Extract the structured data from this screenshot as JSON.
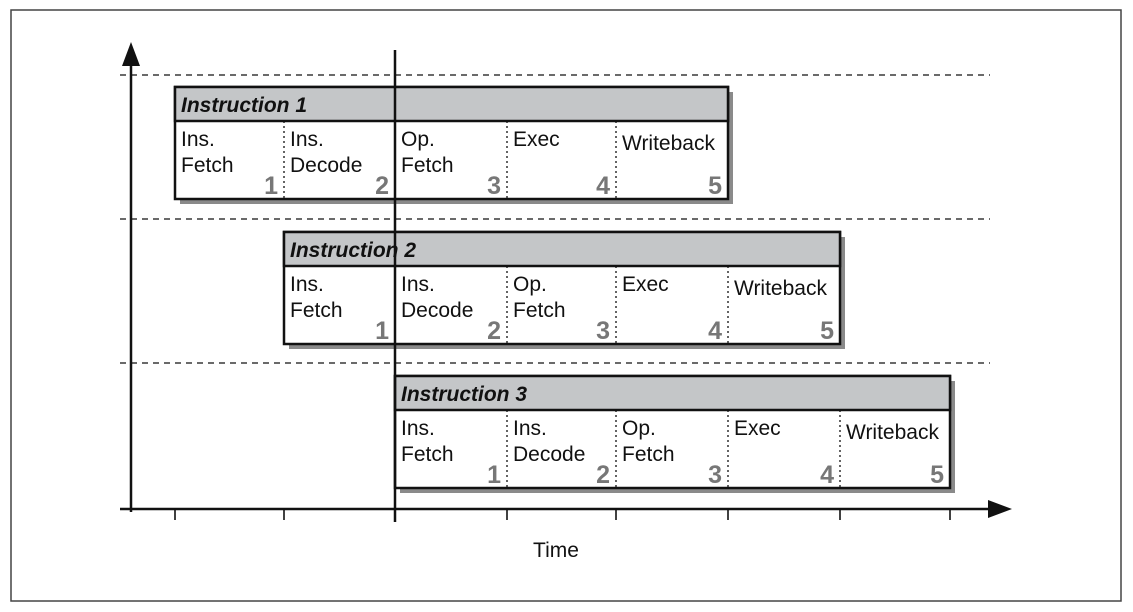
{
  "axis": {
    "xlabel": "Time"
  },
  "instructions": [
    {
      "title": "Instruction 1",
      "stages": [
        {
          "lines": [
            "Ins.",
            "Fetch"
          ],
          "num": "1"
        },
        {
          "lines": [
            "Ins.",
            "Decode"
          ],
          "num": "2"
        },
        {
          "lines": [
            "Op.",
            "Fetch"
          ],
          "num": "3"
        },
        {
          "lines": [
            "Exec"
          ],
          "num": "4"
        },
        {
          "lines": [
            "Writeback"
          ],
          "num": "5"
        }
      ]
    },
    {
      "title": "Instruction 2",
      "stages": [
        {
          "lines": [
            "Ins.",
            "Fetch"
          ],
          "num": "1"
        },
        {
          "lines": [
            "Ins.",
            "Decode"
          ],
          "num": "2"
        },
        {
          "lines": [
            "Op.",
            "Fetch"
          ],
          "num": "3"
        },
        {
          "lines": [
            "Exec"
          ],
          "num": "4"
        },
        {
          "lines": [
            "Writeback"
          ],
          "num": "5"
        }
      ]
    },
    {
      "title": "Instruction 3",
      "stages": [
        {
          "lines": [
            "Ins.",
            "Fetch"
          ],
          "num": "1"
        },
        {
          "lines": [
            "Ins.",
            "Decode"
          ],
          "num": "2"
        },
        {
          "lines": [
            "Op.",
            "Fetch"
          ],
          "num": "3"
        },
        {
          "lines": [
            "Exec"
          ],
          "num": "4"
        },
        {
          "lines": [
            "Writeback"
          ],
          "num": "5"
        }
      ]
    }
  ],
  "colors": {
    "header": "#c4c6c8",
    "shadow": "#8a8a8a",
    "number": "#777777"
  }
}
